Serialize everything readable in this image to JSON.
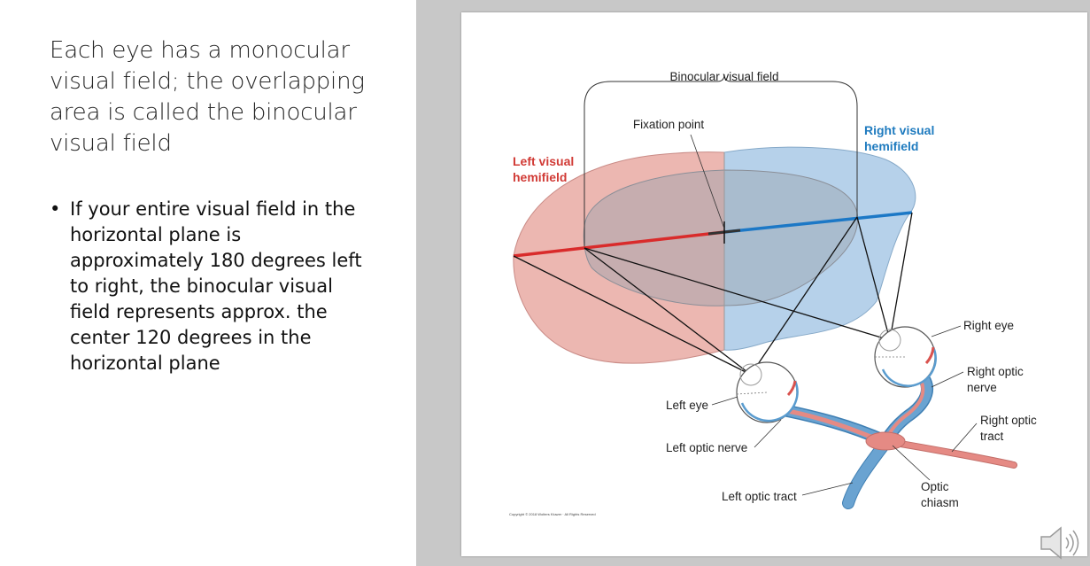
{
  "slide": {
    "heading": "Each eye has a monocular visual field; the overlapping area is called the binocular visual field",
    "bullet_symbol": "•",
    "bullet_text": "If your entire visual field in the horizontal plane is approximately 180 degrees left to right, the binocular visual field represents approx. the center 120 degrees in the horizontal plane"
  },
  "diagram": {
    "binocular_label": "Binocular visual field",
    "fixation_label": "Fixation point",
    "left_hemifield_line1": "Left visual",
    "left_hemifield_line2": "hemifield",
    "right_hemifield_line1": "Right visual",
    "right_hemifield_line2": "hemifield",
    "right_eye": "Right eye",
    "right_optic_nerve_line1": "Right optic",
    "right_optic_nerve_line2": "nerve",
    "right_optic_tract_line1": "Right optic",
    "right_optic_tract_line2": "tract",
    "left_eye": "Left eye",
    "left_optic_nerve": "Left optic nerve",
    "left_optic_tract": "Left optic tract",
    "optic_chiasm_line1": "Optic",
    "optic_chiasm_line2": "chiasm",
    "copyright": "Copyright © 2018 Wolters Kluwer · All Rights Reserved"
  },
  "colors": {
    "left_field": "#e9aaa3",
    "right_field": "#a9c9e6",
    "left_red": "#d92b2b",
    "right_blue": "#1c78c6",
    "nerve_blue": "#6aa3d1",
    "tract_pink": "#e58a84"
  },
  "icons": {
    "speaker": "speaker-icon"
  }
}
